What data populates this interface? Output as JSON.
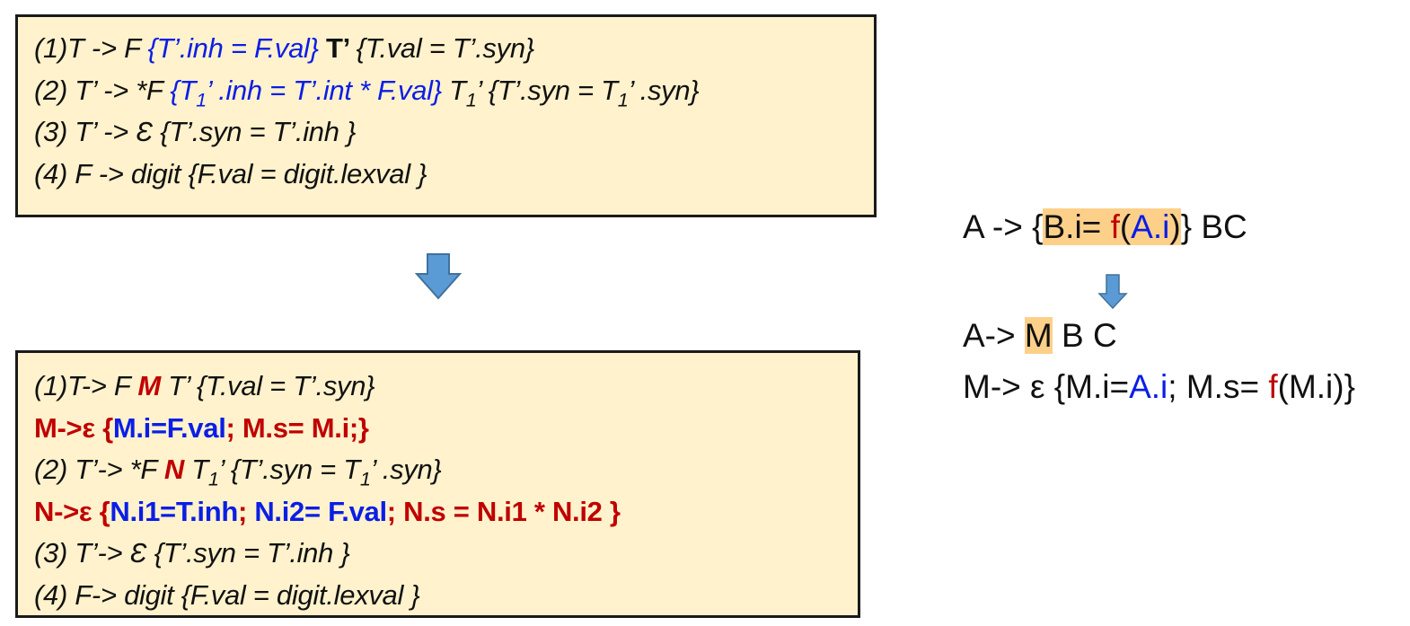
{
  "original_scheme": {
    "rules": [
      {
        "label": "(1)T  ->  F  ",
        "action_blue": "{T’.inh = F.val}",
        "tail_bold": " T’ ",
        "tail": " {T.val = T’.syn}"
      },
      {
        "label": "(2) T’  ->  *F  ",
        "action_blue_pre": "{T",
        "action_blue_sub": "1",
        "action_blue_post": "’ .inh = T’.int * F.val}",
        "mid": "  T",
        "mid_sub": "1",
        "mid_post": "’  {T’.syn = T",
        "end_sub": "1",
        "end": "’ .syn}"
      },
      {
        "text": "(3) T’  ->  Ɛ  {T’.syn = T’.inh }"
      },
      {
        "text": "(4) F  ->  digit  {F.val = digit.lexval }"
      }
    ]
  },
  "transformed_scheme": {
    "rules": [
      {
        "pre": "(1)T-> F ",
        "marker": "M",
        "post": " T’ {T.val = T’.syn}"
      },
      {
        "red_pre": "M->ε  {",
        "blue": "M.i=F.val",
        "red_post": "; M.s= M.i;}"
      },
      {
        "pre": "(2) T’-> *F ",
        "marker": "N",
        "mid": " T",
        "mid_sub": "1",
        "post": "’  {T’.syn = T",
        "end_sub": "1",
        "end": "’ .syn}"
      },
      {
        "red_pre": "N->ε  {",
        "blue1": "N.i1=T.inh",
        "sep1": "; ",
        "blue2": "N.i2= F.val",
        "red_post": "; N.s = N.i1 * N.i2 }"
      },
      {
        "text": "(3) T’-> Ɛ  {T’.syn = T’.inh }"
      },
      {
        "text": "(4) F-> digit {F.val = digit.lexval }"
      }
    ]
  },
  "side_example": {
    "line1": {
      "pre": "A -> {",
      "hl_pre": "B.i= ",
      "f": "f",
      "paren_open": "(",
      "arg": "A.i",
      "paren_close": ")",
      "post": "} BC"
    },
    "line2": {
      "pre": "A-> ",
      "hl": "M",
      "post": " B C"
    },
    "line3": {
      "pre": "M-> ε {M.i=",
      "arg": "A.i",
      "mid": "; M.s= ",
      "f": "f",
      "post": "(M.i)}"
    }
  },
  "colors": {
    "box_fill": "#fff2cc",
    "box_border": "#1a1a1a",
    "blue": "#0a1ee6",
    "red": "#c00000",
    "highlight": "#fdd08a",
    "arrow_fill": "#5b9bd5",
    "arrow_stroke": "#41719c"
  }
}
